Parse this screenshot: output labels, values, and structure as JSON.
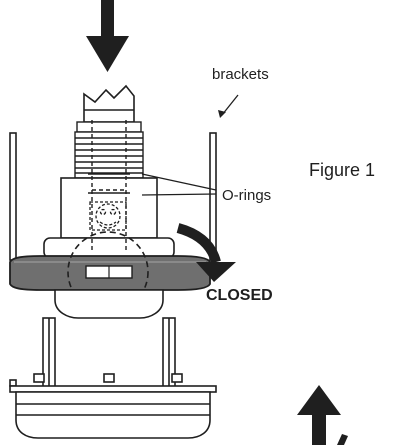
{
  "labels": {
    "brackets": "brackets",
    "figure": "Figure 1",
    "o_rings": "O-rings",
    "closed": "CLOSED"
  },
  "colors": {
    "ink": "#1f1f1f",
    "handle_fill": "#6f6f6f",
    "handle_light": "#8a8a8a",
    "background": "#ffffff"
  },
  "icons": {
    "top_arrow": "down-arrow-icon",
    "bottom_arrow": "up-arrow-icon",
    "rotate_arrow": "curved-arrow-icon"
  }
}
